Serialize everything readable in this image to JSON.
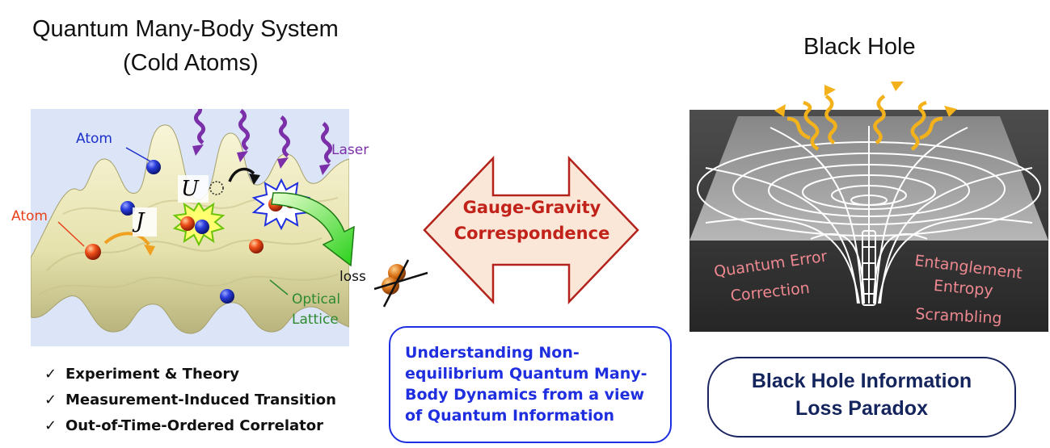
{
  "left": {
    "title_line1": "Quantum Many-Body System",
    "title_line2": "(Cold Atoms)",
    "labels": {
      "atom_blue": "Atom",
      "atom_red": "Atom",
      "laser": "Laser",
      "optical_lattice_line1": "Optical",
      "optical_lattice_line2": "Lattice",
      "loss": "loss",
      "U": "U",
      "J": "J"
    },
    "bullets": [
      "Experiment & Theory",
      "Measurement-Induced Transition",
      "Out-of-Time-Ordered Correlator"
    ]
  },
  "center": {
    "arrow_line1": "Gauge-Gravity",
    "arrow_line2": "Correspondence",
    "box_lines": [
      "Understanding Non-",
      "equilibrium Quantum Many-",
      "Body Dynamics from a view",
      "of Quantum Information"
    ]
  },
  "right": {
    "title": "Black Hole",
    "panel_labels": {
      "qec_line1": "Quantum Error",
      "qec_line2": "Correction",
      "ent_line1": "Entanglement",
      "ent_line2": "Entropy",
      "scrambling": "Scrambling"
    },
    "paradox_line1": "Black Hole Information",
    "paradox_line2": "Loss Paradox"
  },
  "colors": {
    "atom_blue": "#1c2fc8",
    "atom_red": "#e8401a",
    "laser": "#7b2fa8",
    "lattice_label": "#2e8a2e",
    "arrow_fill": "#fbe7d8",
    "arrow_border": "#b3231c",
    "gauge_text": "#c1221a",
    "box_blue": "#1f2fe0",
    "hawking": "#f3b21b",
    "bh_text": "#ee8890",
    "paradox": "#14245c"
  }
}
